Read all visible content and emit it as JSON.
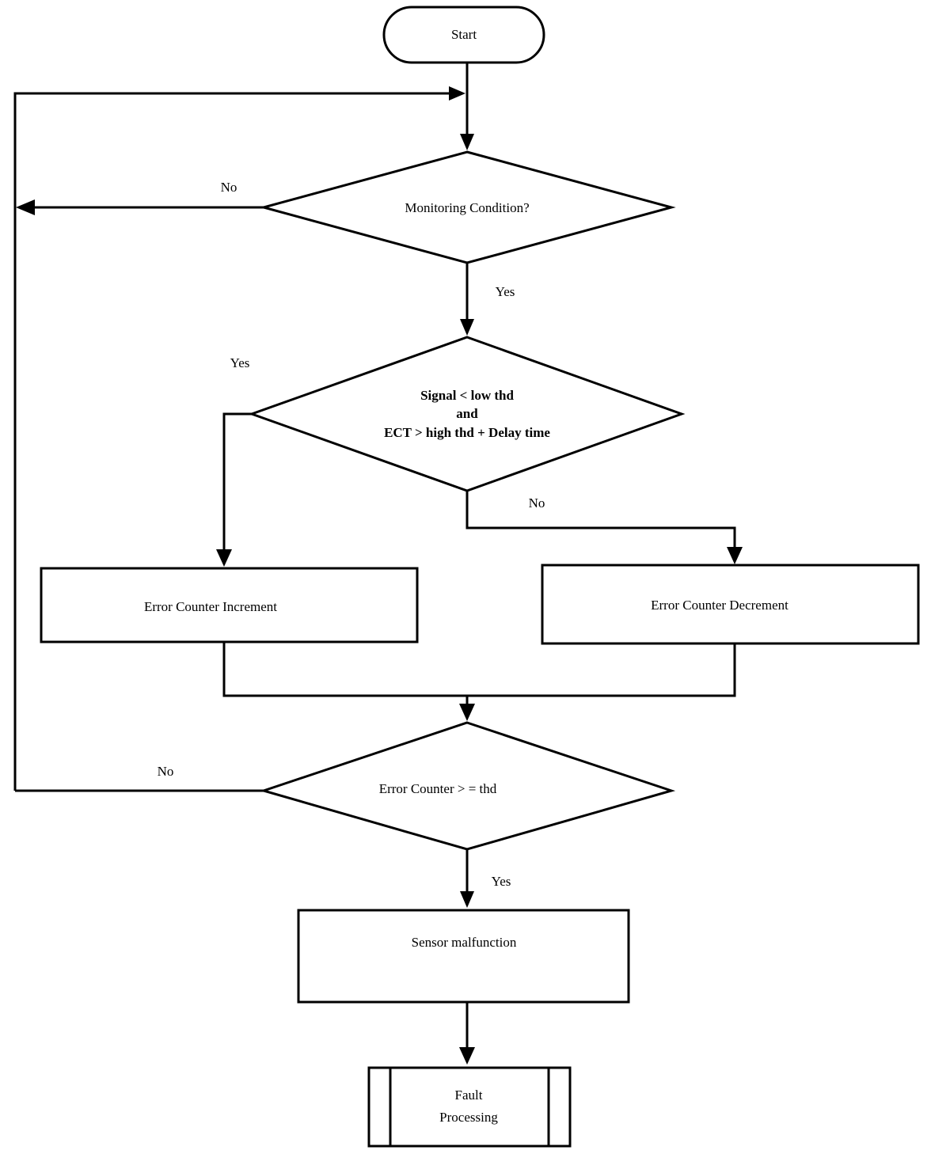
{
  "diagram": {
    "type": "flowchart",
    "title": "Sensor fault monitoring flowchart",
    "background_color": "#ffffff",
    "line_color": "#000000",
    "nodes": [
      {
        "id": "start",
        "shape": "terminator",
        "label": "Start",
        "lines": [
          "Start"
        ]
      },
      {
        "id": "monitoring_condition",
        "shape": "decision",
        "label": "Monitoring Condition?",
        "lines": [
          "Monitoring Condition?"
        ]
      },
      {
        "id": "signal_check",
        "shape": "decision",
        "label": "Signal < low thd and ECT > high thd + Delay time",
        "lines": [
          "Signal < low thd",
          "and",
          "ECT > high thd + Delay time"
        ]
      },
      {
        "id": "error_counter_increment",
        "shape": "process",
        "label": "Error Counter Increment",
        "lines": [
          "Error Counter Increment"
        ]
      },
      {
        "id": "error_counter_decrement",
        "shape": "process",
        "label": "Error Counter Decrement",
        "lines": [
          "Error Counter Decrement"
        ]
      },
      {
        "id": "error_counter_thd",
        "shape": "decision",
        "label": "Error Counter > = thd",
        "lines": [
          "Error Counter > = thd"
        ]
      },
      {
        "id": "sensor_malfunction",
        "shape": "process",
        "label": "Sensor malfunction",
        "lines": [
          "Sensor malfunction"
        ]
      },
      {
        "id": "fault_processing",
        "shape": "predefined-process",
        "label": "Fault Processing",
        "lines": [
          "Fault",
          "Processing"
        ]
      }
    ],
    "edge_labels": {
      "monitoring_no": "No",
      "monitoring_yes": "Yes",
      "signal_yes": "Yes",
      "signal_no": "No",
      "counter_no": "No",
      "counter_yes": "Yes"
    }
  }
}
